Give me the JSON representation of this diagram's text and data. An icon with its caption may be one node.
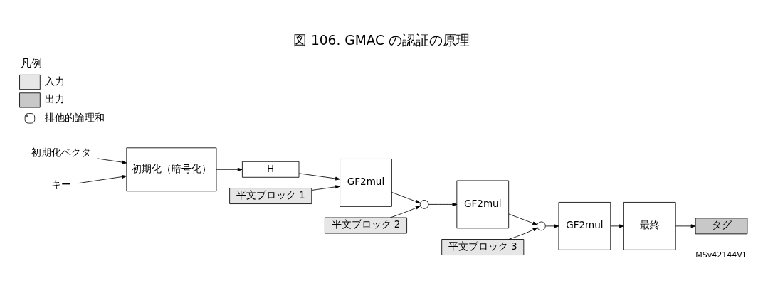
{
  "diagram": {
    "title": "図 106. GMAC の認証の原理",
    "nodes": [
      {
        "text": [
          "初期化ベクタ"
        ]
      },
      {
        "text": [
          "キー"
        ]
      },
      {
        "text": [
          "初期化（暗号化）"
        ]
      },
      {
        "text": [
          "H"
        ]
      },
      {
        "text": [
          "平文ブロック 1"
        ]
      },
      {
        "text": [
          "GF2mul"
        ]
      },
      {
        "text": [
          "平文ブロック 2"
        ]
      },
      {
        "text": [],
        "shape": "circle"
      },
      {
        "text": [
          "GF2mul"
        ]
      },
      {
        "text": [
          "平文ブロック 3"
        ]
      },
      {
        "text": [],
        "shape": "circle"
      },
      {
        "text": [
          "GF2mul"
        ]
      },
      {
        "text": [
          "最終"
        ]
      },
      {
        "text": [
          "タグ"
        ]
      }
    ],
    "edges": [
      {
        "from": 0,
        "to": 2,
        "arrow": "to"
      },
      {
        "from": 1,
        "to": 2,
        "arrow": "to"
      },
      {
        "from": 2,
        "to": 3,
        "arrow": "to"
      },
      {
        "from": 3,
        "to": 5,
        "arrow": "to"
      },
      {
        "from": 4,
        "to": 5,
        "arrow": "to"
      },
      {
        "from": 5,
        "to": 7,
        "arrow": "to"
      },
      {
        "from": 6,
        "to": 7,
        "arrow": "to"
      },
      {
        "from": 7,
        "to": 8,
        "arrow": "to"
      },
      {
        "from": 8,
        "to": 10,
        "arrow": "to"
      },
      {
        "from": 9,
        "to": 10,
        "arrow": "to"
      },
      {
        "from": 10,
        "to": 11,
        "arrow": "to"
      },
      {
        "from": 11,
        "to": 12,
        "arrow": "to"
      },
      {
        "from": 12,
        "to": 13,
        "arrow": "to"
      }
    ],
    "labels": [
      "凡例",
      "MSv42144V1"
    ],
    "legend": [
      {
        "text": "入力",
        "color": "#e6e6e6"
      },
      {
        "text": "出力",
        "color": "#c8c8c8"
      },
      {
        "text": "排他的論理和"
      }
    ]
  }
}
